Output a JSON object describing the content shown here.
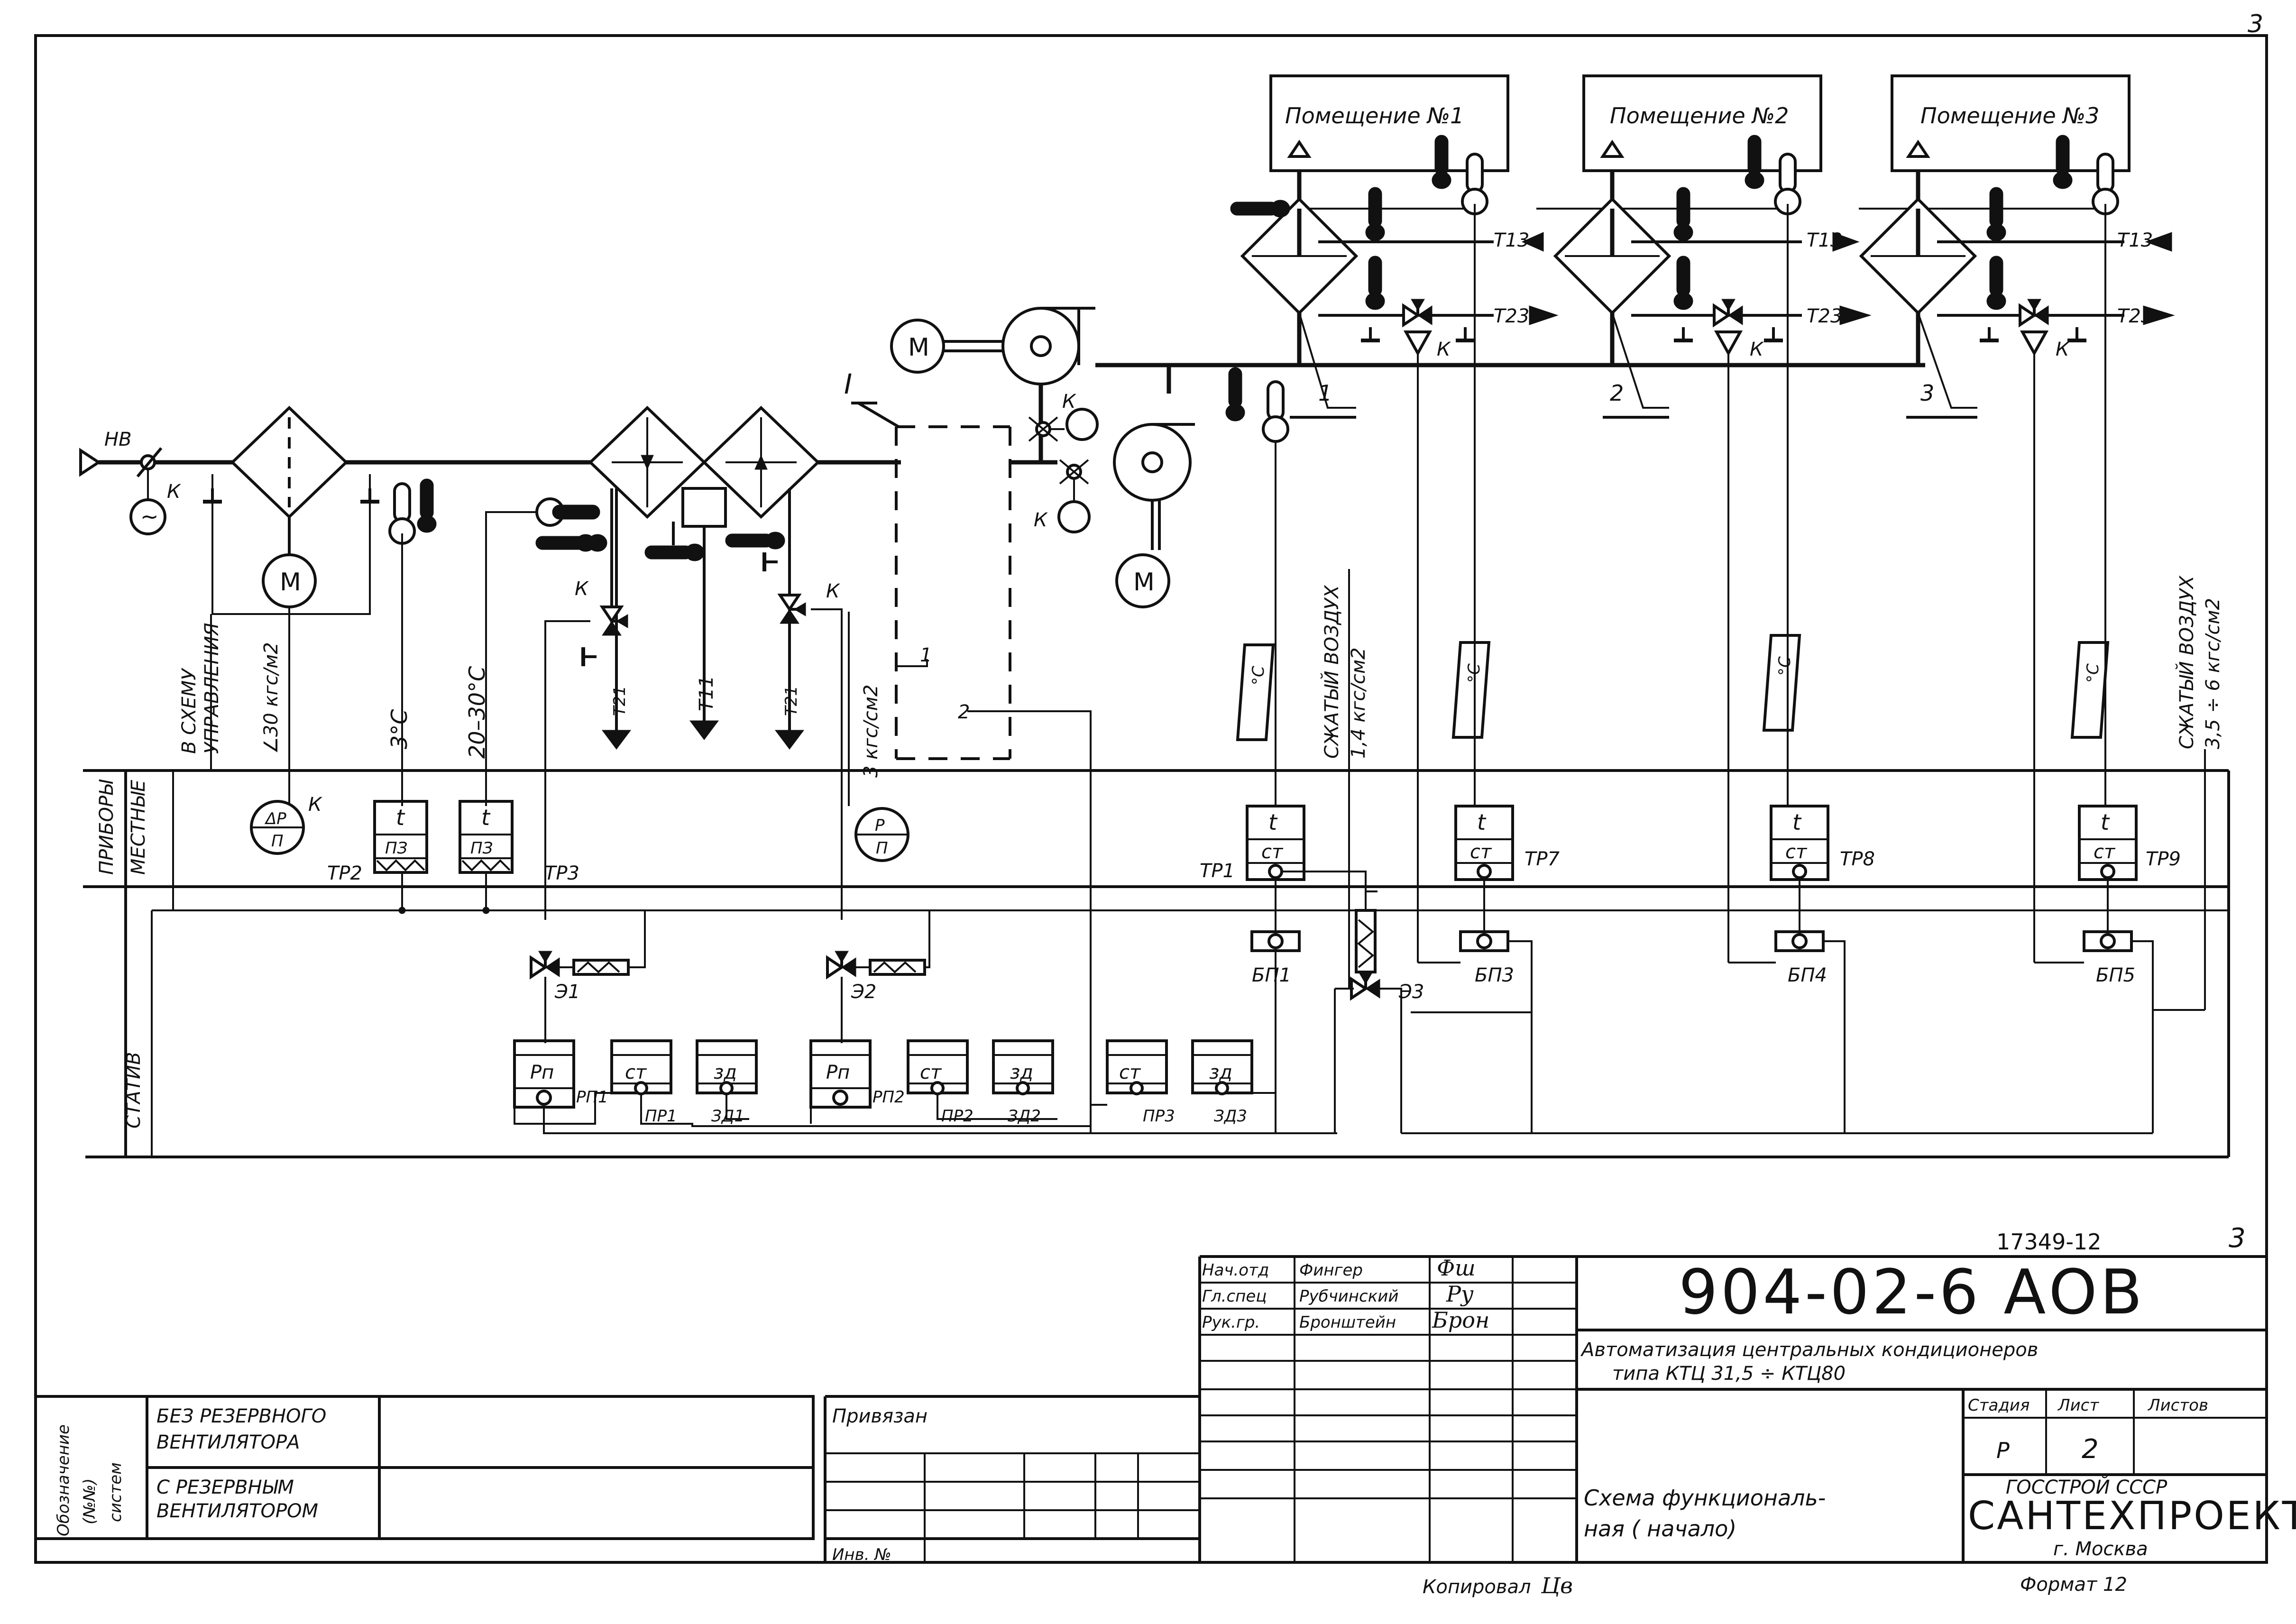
{
  "sheet": {
    "page_corner_num": "3",
    "drawing_number": "17349-12",
    "sheet_corner_num": "3"
  },
  "rooms": [
    {
      "label": "Помещение №1",
      "zone": "1"
    },
    {
      "label": "Помещение №2",
      "zone": "2"
    },
    {
      "label": "Помещение №3",
      "zone": "3"
    }
  ],
  "labels": {
    "outside_air": "НВ",
    "valve_k": "К",
    "motor": "М",
    "section_one": "I",
    "line_t13": "Т13",
    "line_t23": "Т23",
    "line_t21": "Т21",
    "line_t11": "Т11",
    "pt1": "1",
    "pt2": "2"
  },
  "vertical_notes": {
    "to_control": [
      "В СХЕМУ",
      "УПРАВЛЕНИЯ"
    ],
    "pressure_30": "∠30 кгс/м2",
    "temp_3": "3°С",
    "temp_20_30": "20–30°С",
    "pressure_3": "3 кгс/см2",
    "compressed_air_1": [
      "СЖАТЫЙ ВОЗДУХ",
      "1,4 кгс/см2"
    ],
    "compressed_air_2": [
      "СЖАТЫЙ ВОЗДУХ",
      "3,5 ÷ 6 кгс/см2"
    ],
    "unit_c": "°С"
  },
  "rows": {
    "local_devices": [
      "ПРИБОРЫ",
      "МЕСТНЫЕ"
    ],
    "rack": "СТАТИВ"
  },
  "devices": {
    "dp": {
      "top": "ΔP",
      "bottom": "П"
    },
    "p": {
      "top": "Р",
      "bottom": "П"
    },
    "t": "t",
    "pz": "ПЗ",
    "cm": "ст",
    "rp": "Рп",
    "zd": "зд",
    "tags": {
      "tr1": "ТР1",
      "tr2": "ТР2",
      "tr3": "ТР3",
      "tr7": "ТР7",
      "tr8": "ТР8",
      "tr9": "ТР9",
      "bp1": "БП1",
      "bp3": "БП3",
      "bp4": "БП4",
      "bp5": "БП5",
      "e1": "Э1",
      "e2": "Э2",
      "e3": "Э3",
      "rp1": "РП1",
      "rp2": "РП2",
      "pr1": "ПР1",
      "pr2": "ПР2",
      "pr3": "ПР3",
      "zd1": "ЗД1",
      "zd2": "ЗД2",
      "zd3": "ЗД3"
    }
  },
  "title_block": {
    "code": "904-02-6  АОВ",
    "desc_1": "Автоматизация центральных кондиционеров",
    "desc_2": "типа КТЦ 31,5 ÷ КТЦ80",
    "roles": [
      {
        "role": "Нач.отд",
        "name": "Фингер"
      },
      {
        "role": "Гл.спец",
        "name": "Рубчинский"
      },
      {
        "role": "Рук.гр.",
        "name": "Бронштейн"
      }
    ],
    "signatures": [
      "Фш",
      "Ру",
      "Брон"
    ],
    "stage_head": "Стадия",
    "sheet_head": "Лист",
    "sheets_head": "Листов",
    "stage": "Р",
    "sheet_no": "2",
    "sheet_title_1": "Схема функциональ-",
    "sheet_title_2": "ная  ( начало)",
    "org_1": "ГОССТРОЙ СССР",
    "org_2": "САНТЕХПРОЕКТ",
    "org_3": "г. Москва",
    "format": "Формат 12",
    "copied": "Копировал",
    "copied_sig": "Цв"
  },
  "left_block": {
    "designation": [
      "Обозначение",
      "(№№)",
      "систем"
    ],
    "row1": [
      "БЕЗ РЕЗЕРВНОГО",
      "ВЕНТИЛЯТОРА"
    ],
    "row2": [
      "С РЕЗЕРВНЫМ",
      "ВЕНТИЛЯТОРОМ"
    ],
    "bound": "Привязан",
    "inv": "Инв. №"
  }
}
